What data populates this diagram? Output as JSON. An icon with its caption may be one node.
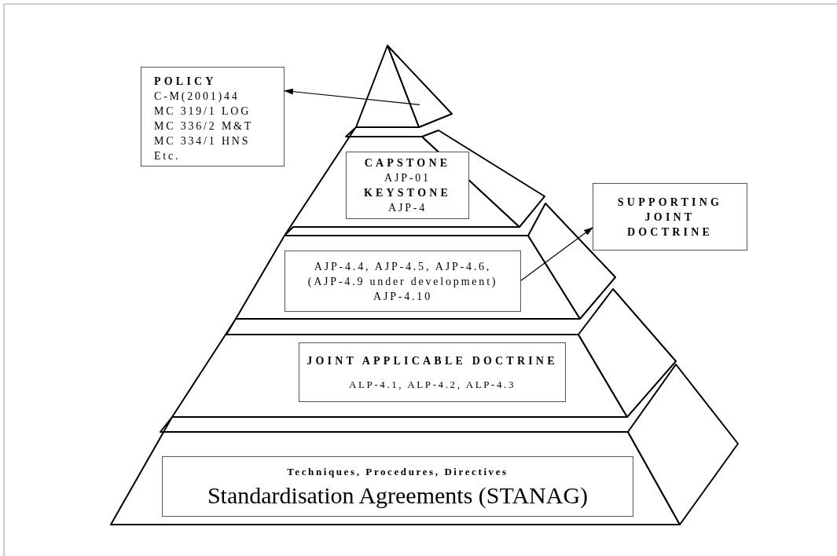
{
  "diagram": {
    "nodes": [
      {
        "text": [
          "POLICY",
          "C-M(2001)44",
          "MC 319/1 LOG",
          "MC 336/2 M&T",
          "MC 334/1 HNS",
          "Etc."
        ]
      },
      {
        "text": [],
        "shape": "triangle"
      },
      {
        "text": [
          "CAPSTONE",
          "AJP-01",
          "KEYSTONE",
          "AJP-4"
        ]
      },
      {
        "text": [
          "AJP-4.4, AJP-4.5, AJP-4.6,",
          "(AJP-4.9 under development)",
          "AJP-4.10"
        ]
      },
      {
        "text": [
          "SUPPORTING JOINT DOCTRINE"
        ]
      },
      {
        "text": [
          "JOINT APPLICABLE DOCTRINE",
          "ALP-4.1, ALP-4.2, ALP-4.3"
        ]
      },
      {
        "text": [
          "Techniques, Procedures, Directives",
          "Standardisation Agreements (STANAG)"
        ]
      }
    ],
    "edges": [
      {
        "from": 1,
        "to": 0,
        "arrow": "to"
      },
      {
        "from": 3,
        "to": 4,
        "arrow": "to"
      }
    ]
  }
}
